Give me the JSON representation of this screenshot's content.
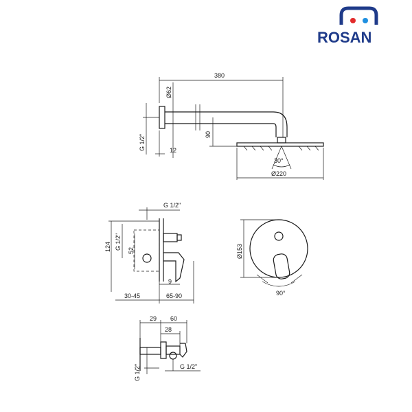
{
  "brand": {
    "name": "ROSAN",
    "colors": {
      "primary": "#1f3b8a",
      "red_dot": "#e22b2b",
      "blue_dot": "#1f8fe0"
    }
  },
  "drawing_a": {
    "length": "380",
    "flange_dia": "Ø62",
    "thread": "G 1/2\"",
    "flange_depth": "12",
    "drop": "90",
    "tilt": "30°",
    "head_dia": "Ø220"
  },
  "drawing_b": {
    "thread_top": "G 1/2\"",
    "thread_mid": "G 1/2\"",
    "height": "124",
    "offset": "52",
    "step": "9",
    "depth_left": "30-45",
    "depth_right": "65-90"
  },
  "drawing_c": {
    "plate_dia": "Ø153",
    "rotation": "90°"
  },
  "drawing_d": {
    "dim_left": "29",
    "dim_right": "60",
    "dim_mid": "28",
    "thread_left": "G 1/2\"",
    "thread_right": "G 1/2\""
  }
}
